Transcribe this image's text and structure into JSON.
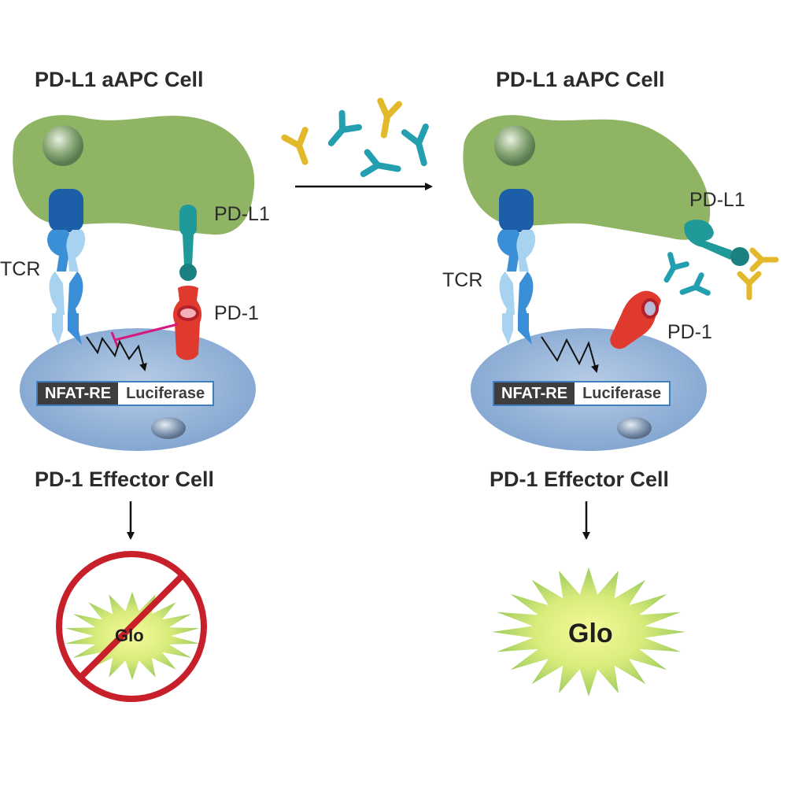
{
  "left": {
    "apc_title": "PD-L1 aAPC Cell",
    "tcr_label": "TCR",
    "pdl1_label": "PD-L1",
    "pd1_label": "PD-1",
    "nfat_label": "NFAT-RE",
    "luciferase_label": "Luciferase",
    "effector_title": "PD-1 Effector Cell",
    "glo_label": "Glo"
  },
  "right": {
    "apc_title": "PD-L1 aAPC Cell",
    "tcr_label": "TCR",
    "pdl1_label": "PD-L1",
    "pd1_label": "PD-1",
    "nfat_label": "NFAT-RE",
    "luciferase_label": "Luciferase",
    "effector_title": "PD-1 Effector Cell",
    "glo_label": "Glo"
  },
  "colors": {
    "apc_green": "#8fb463",
    "effector_blue": "#8fb2d8",
    "tcr_dark_blue": "#1c5fa8",
    "tcr_light_blue": "#a8d3f0",
    "pdl1_teal": "#1f9a99",
    "pd1_red": "#e0392e",
    "inhibit_magenta": "#d6197f",
    "antibody_yellow": "#e2b92a",
    "antibody_teal": "#239fb0",
    "no_sign_red": "#c8202a",
    "glo_green": "#a9d36a"
  }
}
